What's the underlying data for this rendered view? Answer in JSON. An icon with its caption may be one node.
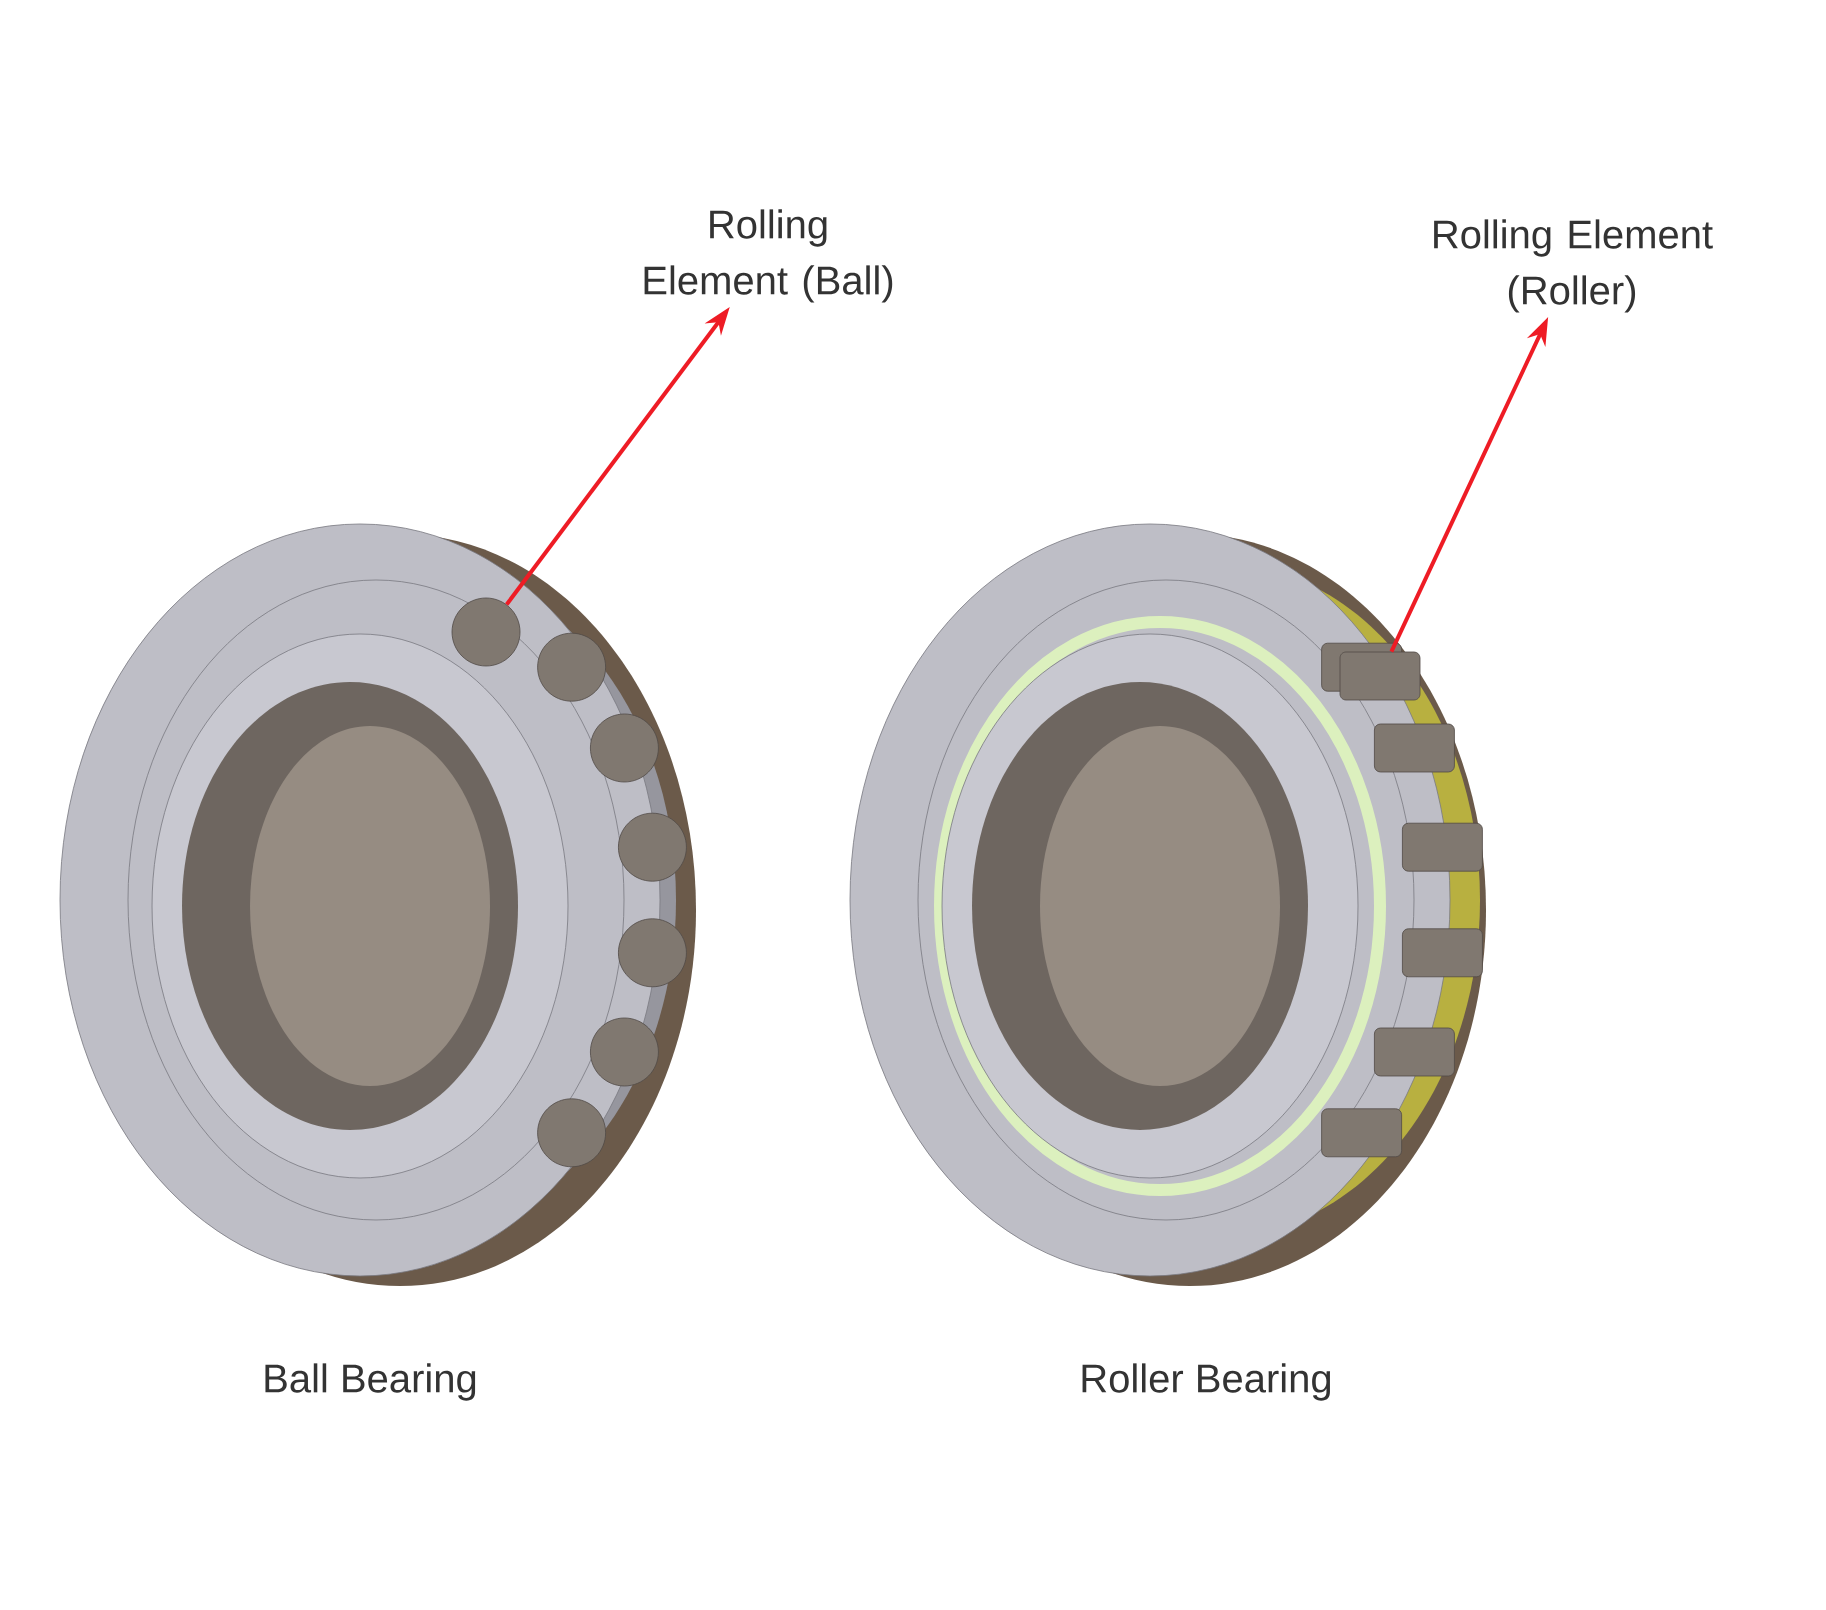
{
  "diagram": {
    "nodes": [
      {
        "text": [
          "Rolling Element (Ball)"
        ]
      },
      {
        "text": [],
        "shape": "circle"
      },
      {
        "text": [
          "Rolling Element (Roller)"
        ]
      },
      {
        "text": [],
        "shape": "box"
      }
    ],
    "edges": [
      {
        "from": 1,
        "to": 0,
        "arrow": "to"
      },
      {
        "from": 3,
        "to": 2,
        "arrow": "to"
      }
    ],
    "labels": [
      "Ball Bearing",
      "Roller Bearing"
    ]
  }
}
